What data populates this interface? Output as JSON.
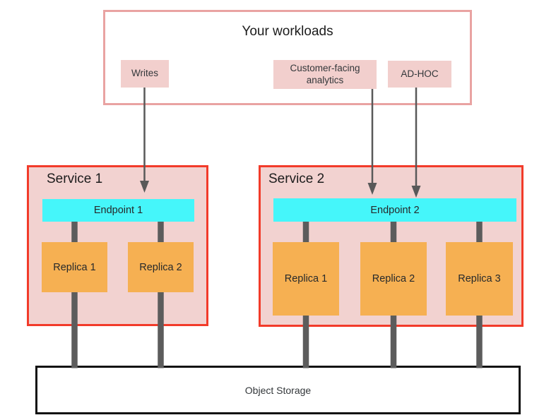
{
  "workloads_panel": {
    "title": "Your workloads",
    "items": [
      {
        "label": "Writes"
      },
      {
        "label": "Customer-facing analytics"
      },
      {
        "label": "AD-HOC"
      }
    ]
  },
  "services": [
    {
      "label": "Service 1",
      "endpoint": "Endpoint 1",
      "replicas": [
        "Replica 1",
        "Replica 2"
      ]
    },
    {
      "label": "Service 2",
      "endpoint": "Endpoint 2",
      "replicas": [
        "Replica 1",
        "Replica 2",
        "Replica 3"
      ]
    }
  ],
  "storage": {
    "label": "Object Storage"
  },
  "colors": {
    "panel_border_pink": "#e9a3a2",
    "chip_pink": "#f2cfcd",
    "service_border_red": "#f23b2a",
    "service_fill_pink": "#f2d2d0",
    "endpoint_cyan": "#45f6fa",
    "replica_orange": "#f6b052",
    "connector_gray": "#5c5c5c",
    "arrow_gray": "#595959",
    "storage_border_black": "#111111"
  }
}
